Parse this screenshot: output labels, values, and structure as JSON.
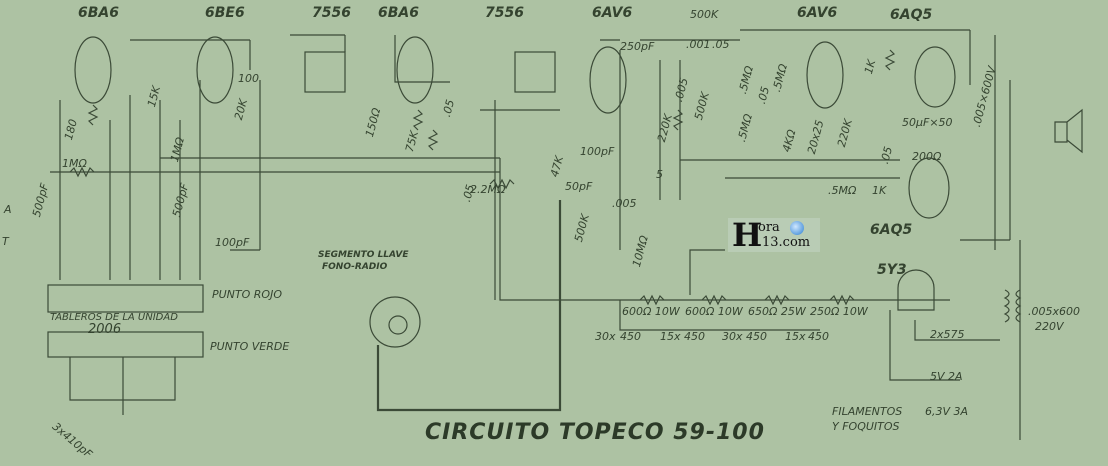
{
  "title": "CIRCUITO TOPECO 59-100",
  "watermark": {
    "line1": "ora",
    "line2": "13.com",
    "letter": "H"
  },
  "tubes": [
    "6BA6",
    "6BE6",
    "7556",
    "6BA6",
    "7556",
    "6AV6",
    "6AV6",
    "6AQ5",
    "6AQ5",
    "5Y3"
  ],
  "components": {
    "c1": "180",
    "c2": "15K",
    "c3": "1MΩ",
    "c4": "500pF",
    "c5": "100",
    "c6": "20K",
    "c7": "1MΩ",
    "c8": "500pF",
    "c9": "150Ω",
    "c10": "75K",
    "c11": ".05",
    "c12": ".05",
    "c13": "2.2MΩ",
    "c14": "47K",
    "c15": "100pF",
    "c16": "50pF",
    "c17": ".005",
    "c18": "500K",
    "c19": "10MΩ",
    "c20": "250pF",
    "c21": "500K",
    "c22": ".001",
    "c23": ".05",
    "c24": ".005",
    "c25": "500K",
    "c26": "220K",
    "c27": "5",
    "c28": ".5MΩ",
    "c29": ".5MΩ",
    "c30": ".05",
    "c31": ".5MΩ",
    "c32": "4KΩ",
    "c33": "20x25",
    "c34": "220K",
    "c35": ".05",
    "c36": ".5MΩ",
    "c37": "1K",
    "c38": "1K",
    "c39": "50µF×50",
    "c40": "200Ω",
    "c41": ".005×600V",
    "c42": "100pF"
  },
  "supply": {
    "r1": "600Ω 10W",
    "r2": "600Ω 10W",
    "r3": "650Ω 25W",
    "r4": "250Ω 10W",
    "k1": "30x",
    "k2": "15x",
    "k3": "30x",
    "k4": "15x",
    "v1": "450",
    "v2": "450",
    "v3": "450",
    "v4": "450",
    "hv": "2x575",
    "cap": ".005x600",
    "mains": "220V",
    "fil5": "5V 2A",
    "fil_label1": "FILAMENTOS",
    "fil_label2": "Y FOQUITOS",
    "fil63": "6,3V 3A"
  },
  "left": {
    "antenna": "A",
    "ground": "T",
    "board_label": "TABLEROS DE LA UNIDAD",
    "board_num": "2006",
    "red": "PUNTO ROJO",
    "green": "PUNTO VERDE",
    "gang": "3x410pF",
    "switch1": "SEGMENTO LLAVE",
    "switch2": "FONO-RADIO"
  }
}
